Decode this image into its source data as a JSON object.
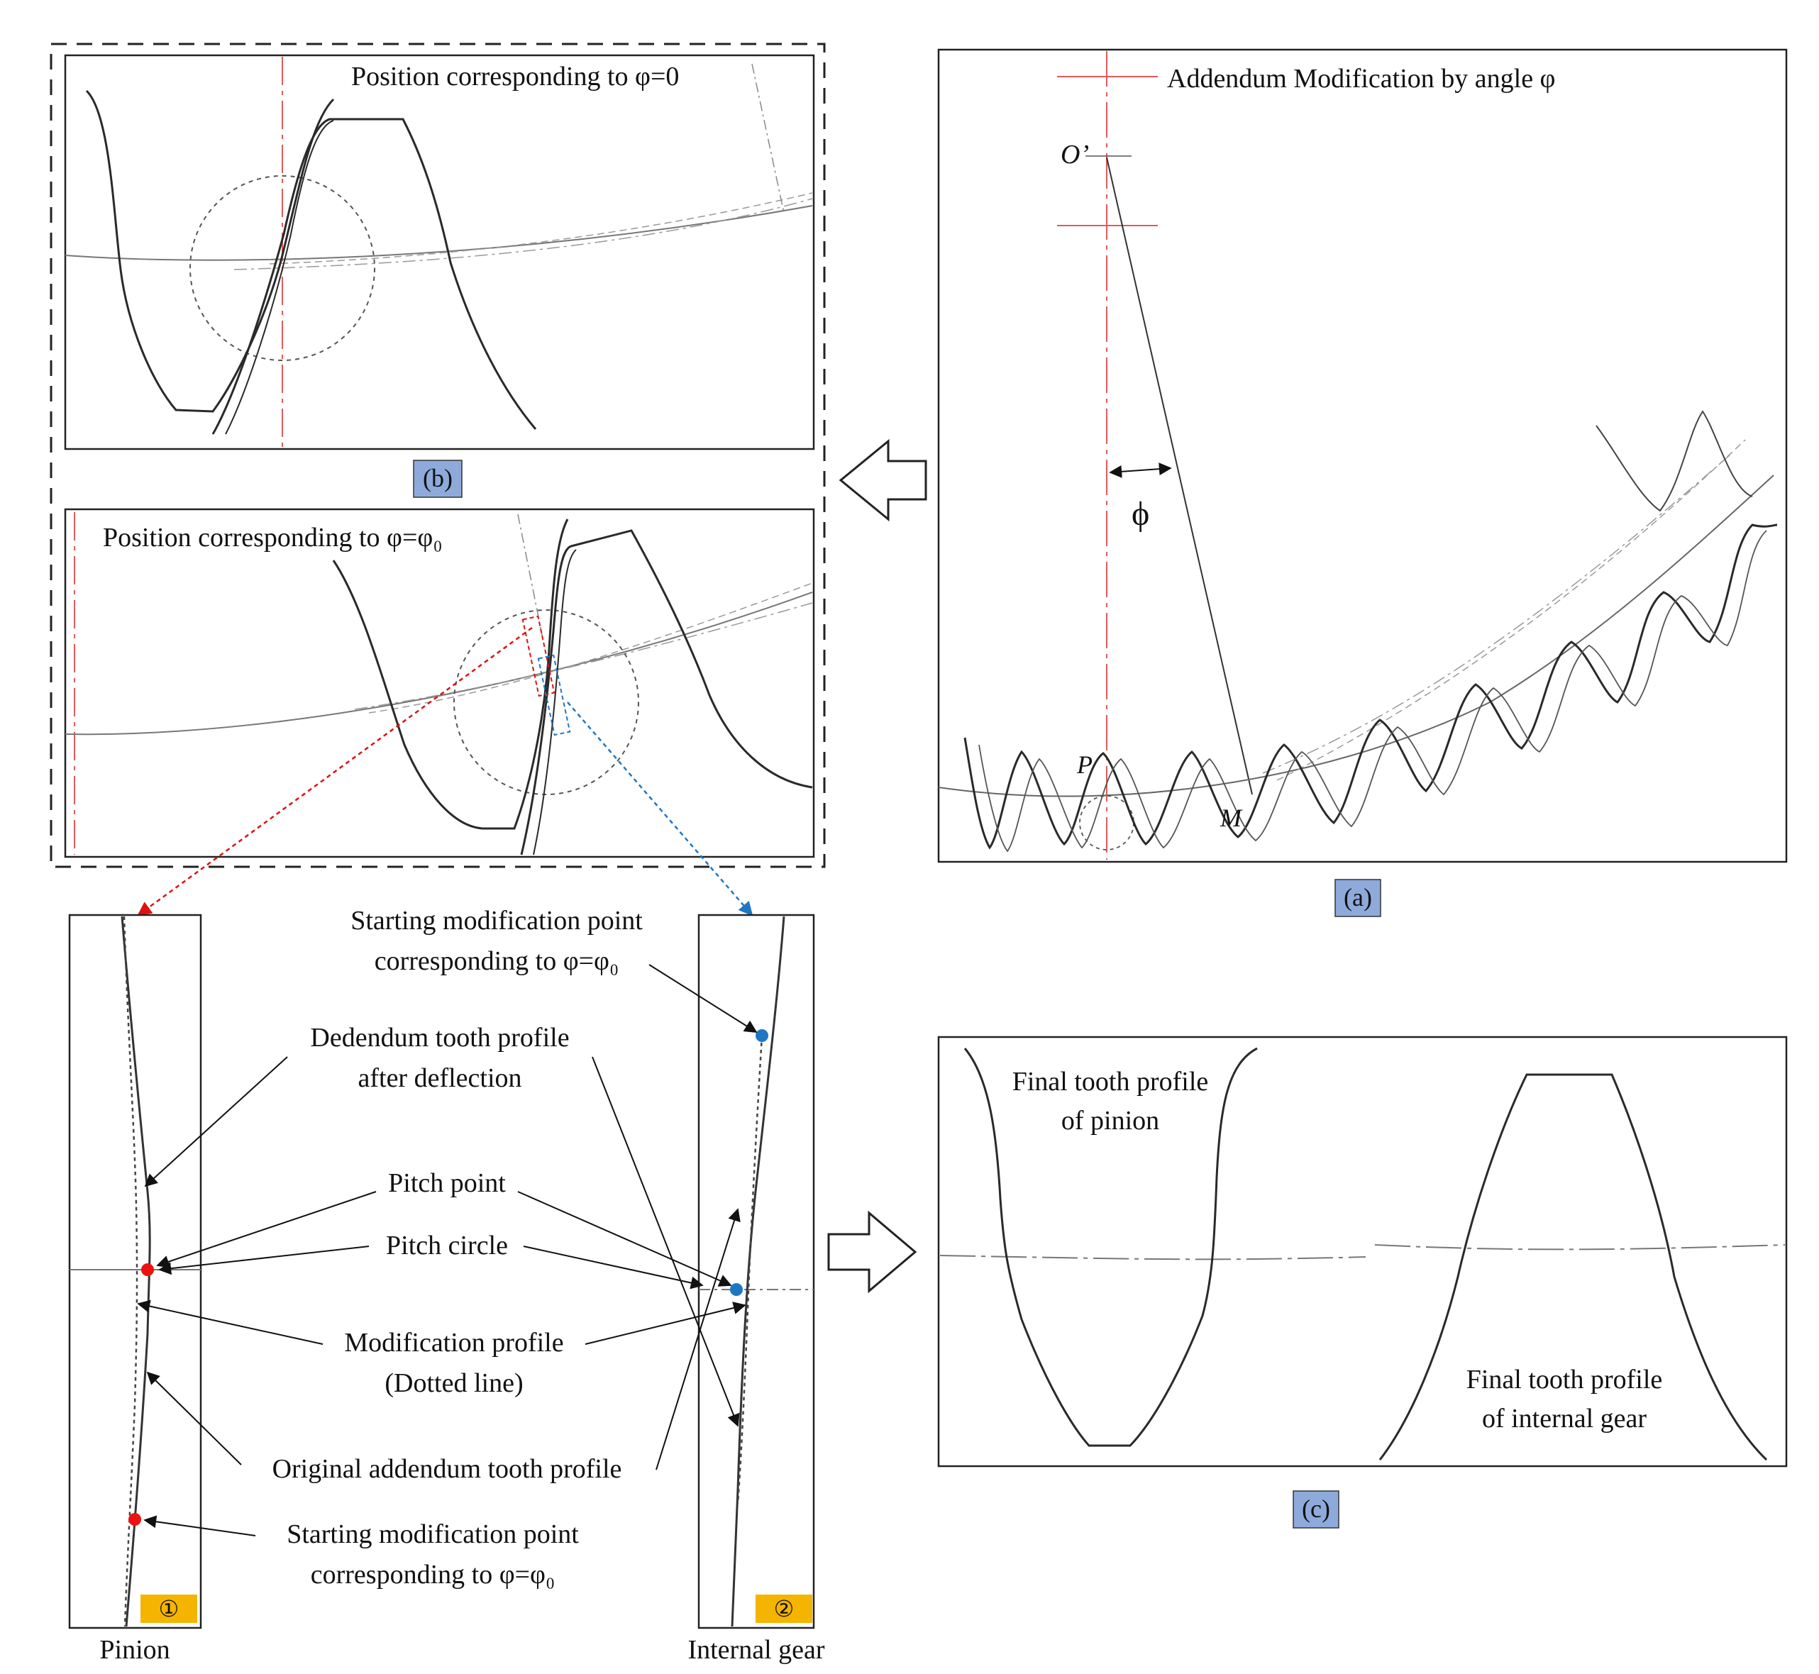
{
  "panel_a": {
    "tag": "(a)",
    "title": "Addendum Modification by angle φ",
    "label_O": "O’",
    "label_phi": "ϕ",
    "label_P": "P",
    "label_M": "M"
  },
  "panel_b": {
    "tag": "(b)",
    "top_caption": "Position corresponding to φ=0",
    "bottom_caption": "Position corresponding to φ=φ₀"
  },
  "panel_c": {
    "tag": "(c)",
    "pinion_label_1": "Final tooth profile",
    "pinion_label_2": "of pinion",
    "gear_label_1": "Final tooth profile",
    "gear_label_2": "of internal gear"
  },
  "detail": {
    "badge_1": "①",
    "badge_2": "②",
    "pinion_caption": "Pinion",
    "gear_caption": "Internal gear",
    "ann_start_top_1": "Starting modification point",
    "ann_start_top_2": "corresponding to φ=φ₀",
    "ann_dedendum_1": "Dedendum tooth profile",
    "ann_dedendum_2": "after deflection",
    "ann_pitch_point": "Pitch point",
    "ann_pitch_circle": "Pitch circle",
    "ann_mod_1": "Modification profile",
    "ann_mod_2": "(Dotted line)",
    "ann_original": "Original addendum tooth profile",
    "ann_start_bottom_1": "Starting modification point",
    "ann_start_bottom_2": "corresponding to φ=φ₀"
  },
  "colors": {
    "red_marker": "#ee1111",
    "blue_marker": "#1f77c4",
    "tag_fill": "#8eaadb",
    "badge_fill": "#f5b400",
    "red_centerline": "#e05a5a",
    "curve": "#2a2a2a"
  }
}
